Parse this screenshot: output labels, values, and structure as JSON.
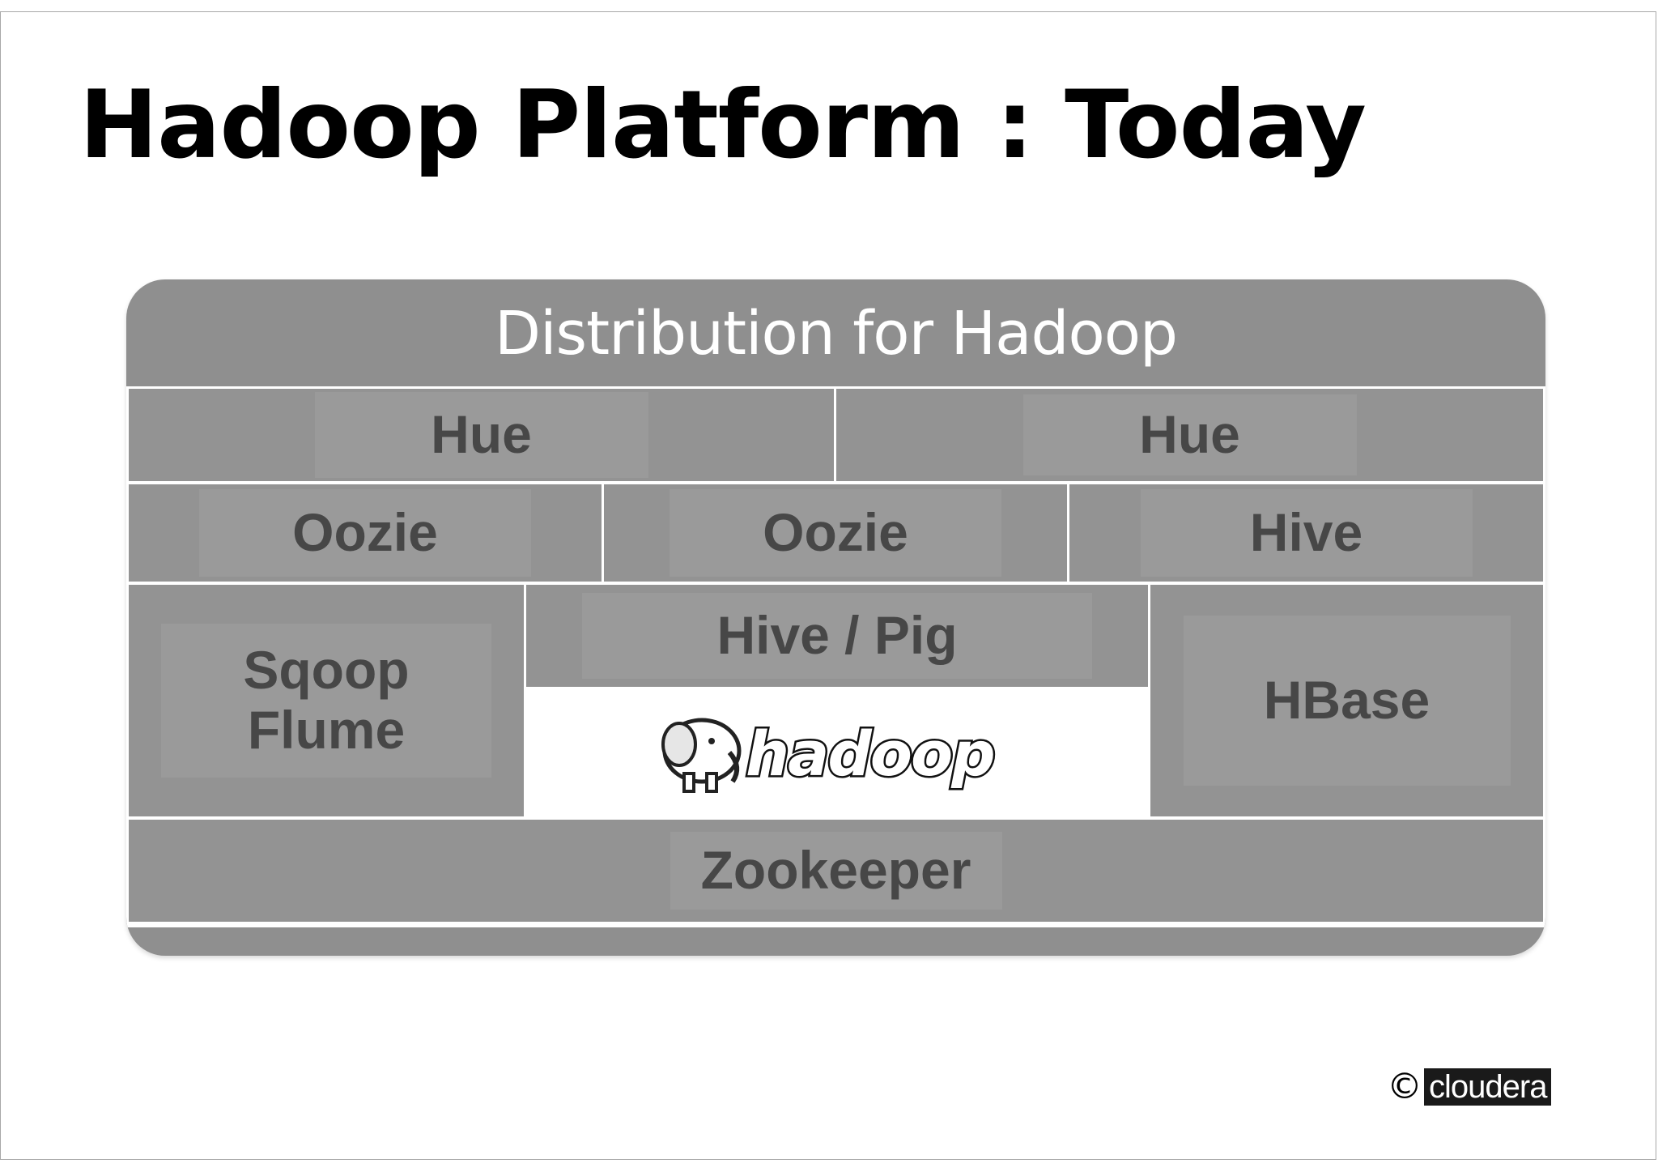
{
  "slide": {
    "title": "Hadoop Platform : Today"
  },
  "diagram": {
    "header": "Distribution for Hadoop",
    "row1": {
      "left": "Hue",
      "right": "Hue"
    },
    "row2": {
      "left": "Oozie",
      "middle": "Oozie",
      "right": "Hive"
    },
    "row3": {
      "left_line1": "Sqoop",
      "left_line2": "Flume",
      "center_top": "Hive / Pig",
      "center_logo": "hadoop",
      "right": "HBase"
    },
    "row4": "Zookeeper"
  },
  "footer": {
    "copyright": "©",
    "brand": "cloudera"
  },
  "colors": {
    "frame": "#8f8f8f",
    "cell": "#939393",
    "label": "#474747",
    "header_text": "#ffffff"
  }
}
